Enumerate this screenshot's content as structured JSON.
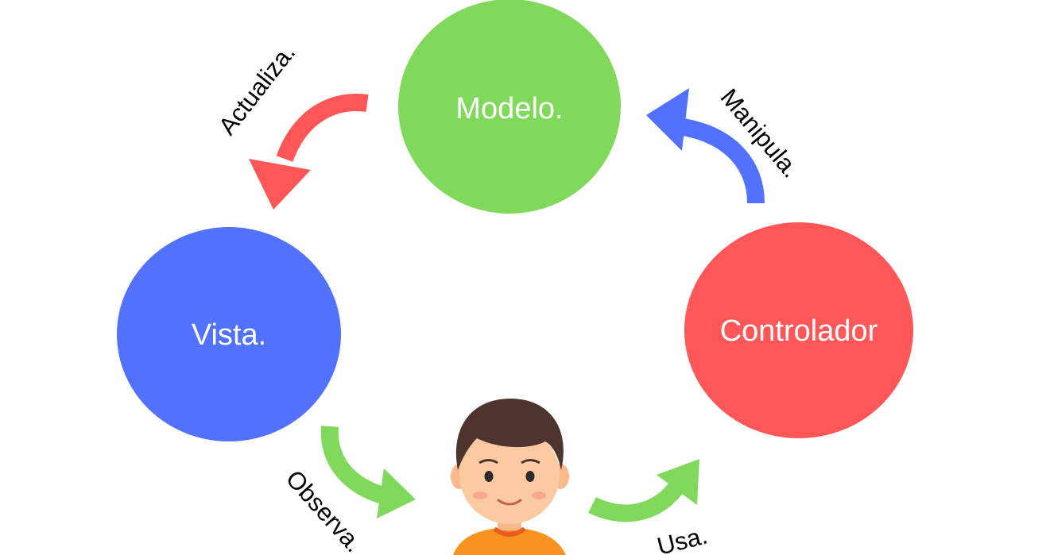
{
  "nodes": {
    "modelo": {
      "label": "Modelo.",
      "color": "#80d95b"
    },
    "vista": {
      "label": "Vista.",
      "color": "#5271ff"
    },
    "controlador": {
      "label": "Controlador",
      "color": "#ff5757"
    }
  },
  "edges": {
    "actualiza": {
      "label": "Actualiza.",
      "color": "#ff5757"
    },
    "manipula": {
      "label": "Manipula.",
      "color": "#5271ff"
    },
    "observa": {
      "label": "Observa.",
      "color": "#80d95b"
    },
    "usa": {
      "label": "Usa.",
      "color": "#80d95b"
    }
  },
  "user": {
    "icon": "user-avatar-icon"
  }
}
